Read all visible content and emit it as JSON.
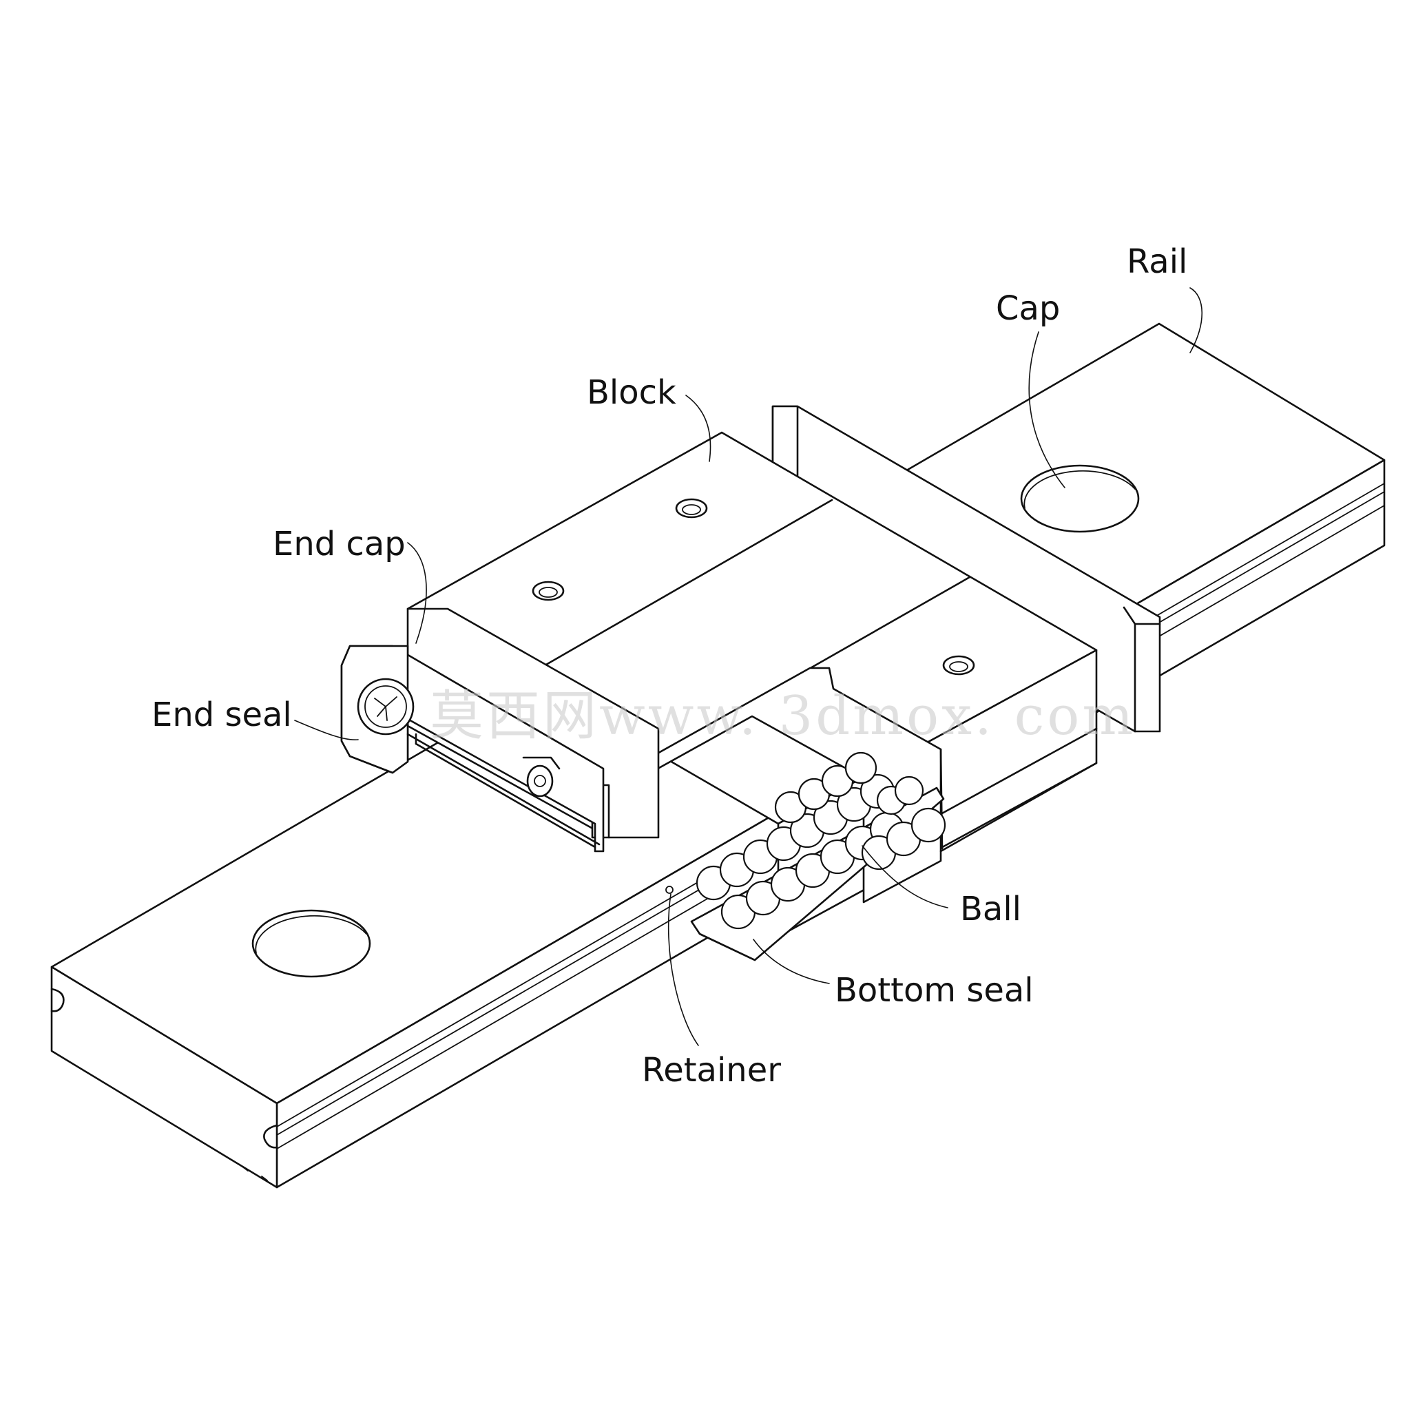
{
  "labels": {
    "rail": "Rail",
    "cap": "Cap",
    "block": "Block",
    "end_cap": "End cap",
    "end_seal": "End seal",
    "ball": "Ball",
    "bottom_seal": "Bottom seal",
    "retainer": "Retainer"
  },
  "watermark": "莫西网www. 3dmox. com",
  "colors": {
    "line": "#111111",
    "background": "#ffffff",
    "watermark": "#c8c8c8"
  }
}
